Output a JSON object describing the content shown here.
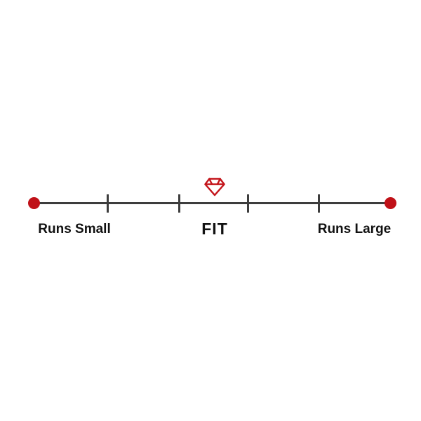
{
  "fit_scale": {
    "labels": {
      "left": "Runs Small",
      "center": "FIT",
      "right": "Runs Large"
    },
    "marker": {
      "icon": "gem-icon",
      "position": "center"
    },
    "tick_count": 4,
    "colors": {
      "line": "#3d3d3d",
      "endpoint_dot": "#c01118",
      "gem": "#c4161c",
      "text": "#111111",
      "background": "#ffffff"
    }
  }
}
